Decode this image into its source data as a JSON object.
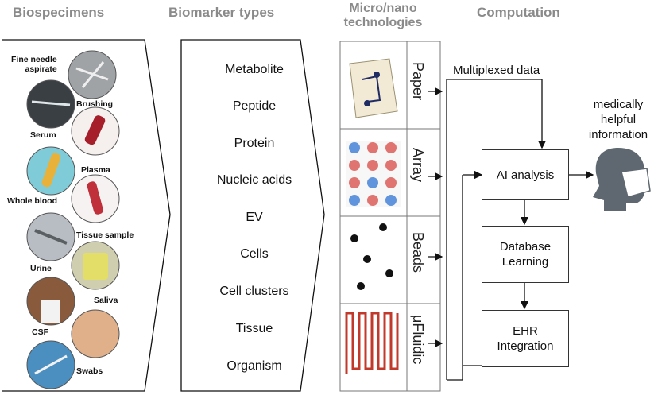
{
  "headers": {
    "biospecimens": "Biospecimens",
    "biomarker_types": "Biomarker types",
    "technologies_line1": "Micro/nano",
    "technologies_line2": "technologies",
    "computation": "Computation"
  },
  "biospecimens": [
    "Fine needle aspirate",
    "Brushing",
    "Serum",
    "Plasma",
    "Whole blood",
    "Tissue sample",
    "Urine",
    "Saliva",
    "CSF",
    "Swabs"
  ],
  "biospecimen_labels": {
    "fna_line1": "Fine needle",
    "fna_line2": "aspirate",
    "brushing": "Brushing",
    "serum": "Serum",
    "plasma": "Plasma",
    "whole_blood": "Whole blood",
    "tissue_sample": "Tissue sample",
    "urine": "Urine",
    "saliva": "Saliva",
    "csf": "CSF",
    "swabs": "Swabs"
  },
  "biomarker_types": [
    "Metabolite",
    "Peptide",
    "Protein",
    "Nucleic acids",
    "EV",
    "Cells",
    "Cell clusters",
    "Tissue",
    "Organism"
  ],
  "technologies": [
    "Paper",
    "Array",
    "Beads",
    "μFluidic"
  ],
  "computation": {
    "multiplexed_data": "Multiplexed data",
    "ai_analysis": "AI analysis",
    "database_learning_line1": "Database",
    "database_learning_line2": "Learning",
    "ehr_line1": "EHR",
    "ehr_line2": "Integration",
    "output_line1": "medically",
    "output_line2": "helpful",
    "output_line3": "information"
  },
  "colors": {
    "header_gray": "#8a8a8a",
    "fluidic_red": "#c0392b",
    "array_red": "#d9534f",
    "array_blue": "#3a7bd5",
    "head_icon": "#5f6870"
  }
}
